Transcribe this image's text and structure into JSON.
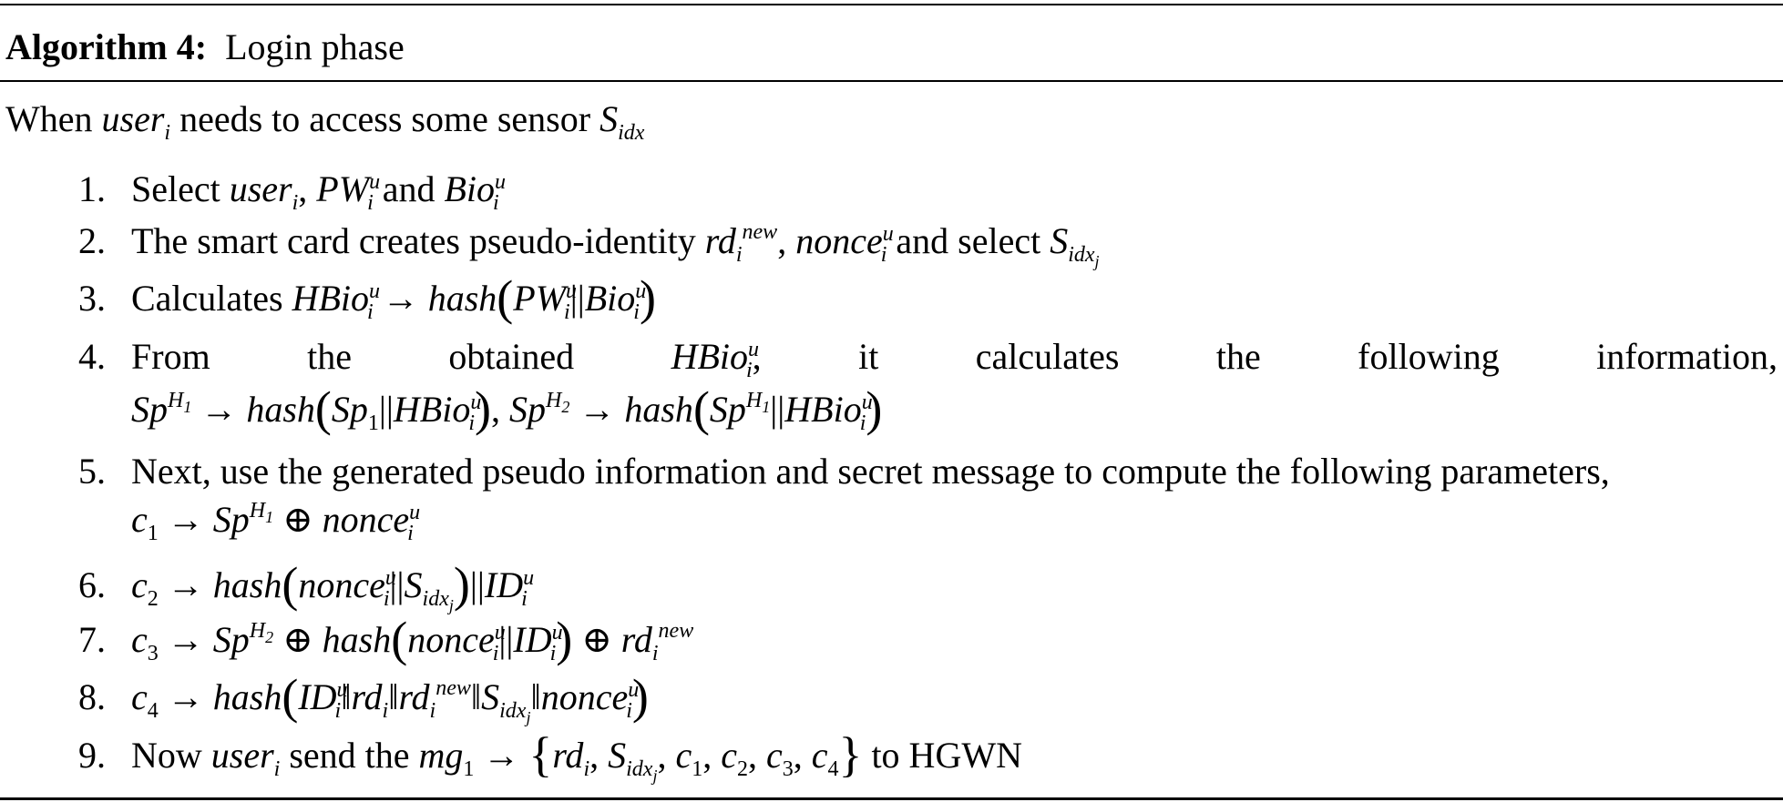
{
  "algorithm": {
    "label": "Algorithm 4:",
    "title": "Login phase",
    "intro_text": "When user_i needs to access some sensor S_idx",
    "intro": {
      "when": "When ",
      "user": "user",
      "user_sub": "i",
      "mid": " needs to access some sensor ",
      "sensor": "S",
      "sensor_sub": "idx"
    },
    "steps": [
      {
        "number": "1.",
        "text": "Select user_i, PW_i^u and Bio_i^u",
        "parts": {
          "select": "Select ",
          "and": " and "
        }
      },
      {
        "number": "2.",
        "text": "The smart card creates pseudo-identity rd_i^new, nonce_i^u and select S_idx_j",
        "parts": {
          "lead": "The smart card creates pseudo-identity ",
          "and_select": " and select "
        }
      },
      {
        "number": "3.",
        "text": "Calculates HBio_i^u → hash(PW_i^u || Bio_i^u)",
        "parts": {
          "lead": "Calculates "
        }
      },
      {
        "number": "4.",
        "text": "From the obtained HBio_i^u, it calculates the following information, Sp^H1 → hash(Sp_1 || HBio_i^u), Sp^H2 → hash(Sp^H1 || HBio_i^u)",
        "parts": {
          "w1": "From",
          "w2": "the",
          "w3": "obtained",
          "w5": "it",
          "w6": "calculates",
          "w7": "the",
          "w8": "following",
          "w9": "information,"
        }
      },
      {
        "number": "5.",
        "text": "Next, use the generated pseudo information and secret message to compute the following parameters, c_1 → Sp^H1 ⊕ nonce_i^u",
        "parts": {
          "lead": "Next, use the generated pseudo information and secret message to compute the following parameters,"
        }
      },
      {
        "number": "6.",
        "text": "c_2 → hash(nonce_i^u || S_idx_j) || ID_i^u"
      },
      {
        "number": "7.",
        "text": "c_3 → Sp^H2 ⊕ hash(nonce_i^u || ID_i^u) ⊕ rd_i^new"
      },
      {
        "number": "8.",
        "text": "c_4 → hash(ID_i^u || rd_i || rd_i^new || S_idx_j || nonce_i^u)"
      },
      {
        "number": "9.",
        "text": "Now user_i send the mg_1 → {rd_i, S_idx_j, c_1, c_2, c_3, c_4} to HGWN",
        "parts": {
          "now": "Now ",
          "send": " send the ",
          "to": " to HGWN"
        }
      }
    ]
  }
}
